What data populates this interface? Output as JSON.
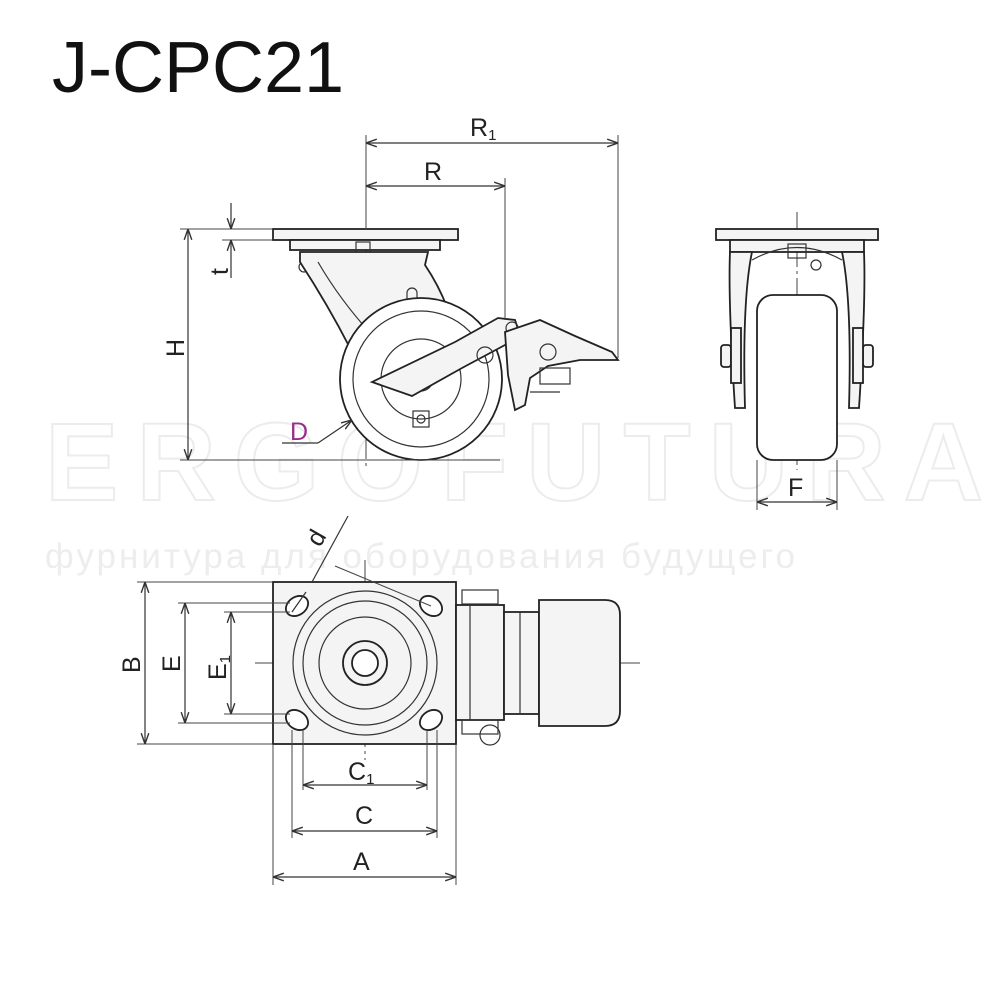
{
  "title": "J-CPC21",
  "watermark": {
    "brand": "ERGOFUTURA",
    "tagline": "фурнитура для оборудования будущего"
  },
  "dimensions": {
    "R1": {
      "main": "R",
      "sub": "1"
    },
    "R": {
      "main": "R"
    },
    "t": {
      "main": "t"
    },
    "H": {
      "main": "H"
    },
    "D": {
      "main": "D"
    },
    "F": {
      "main": "F"
    },
    "d": {
      "main": "d"
    },
    "B": {
      "main": "B"
    },
    "E": {
      "main": "E"
    },
    "E1": {
      "main": "E",
      "sub": "1"
    },
    "C1": {
      "main": "C",
      "sub": "1"
    },
    "C": {
      "main": "C"
    },
    "A": {
      "main": "A"
    }
  },
  "colors": {
    "line": "#222222",
    "fill": "#f4f4f4",
    "D_label": "#9b2c8c",
    "watermark": "#ececec"
  }
}
